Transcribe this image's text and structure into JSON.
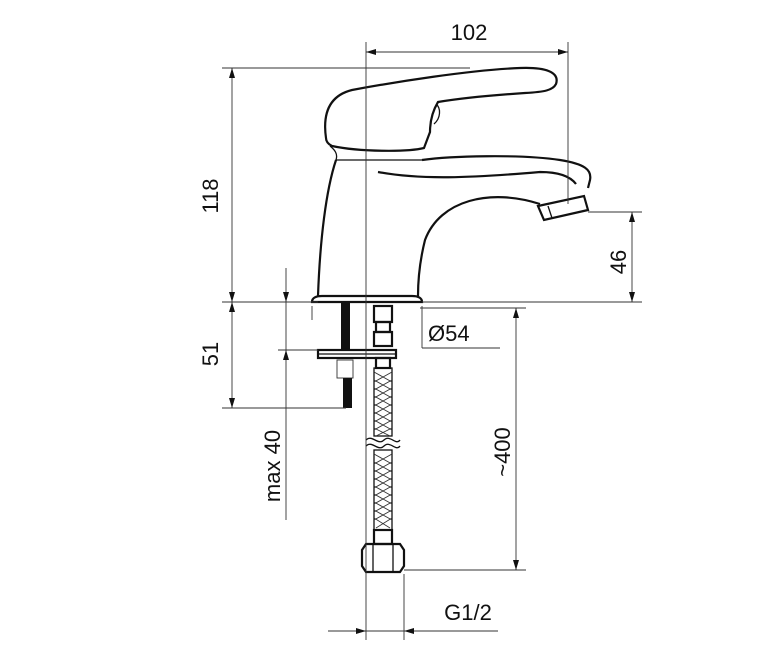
{
  "dimensions": {
    "width_top": "102",
    "height_body": "118",
    "spout_height": "46",
    "below_deck": "51",
    "base_diameter": "Ø54",
    "max_thickness": "max 40",
    "hose_length": "~400",
    "thread": "G1/2"
  },
  "colors": {
    "line": "#111111",
    "background": "#ffffff"
  }
}
